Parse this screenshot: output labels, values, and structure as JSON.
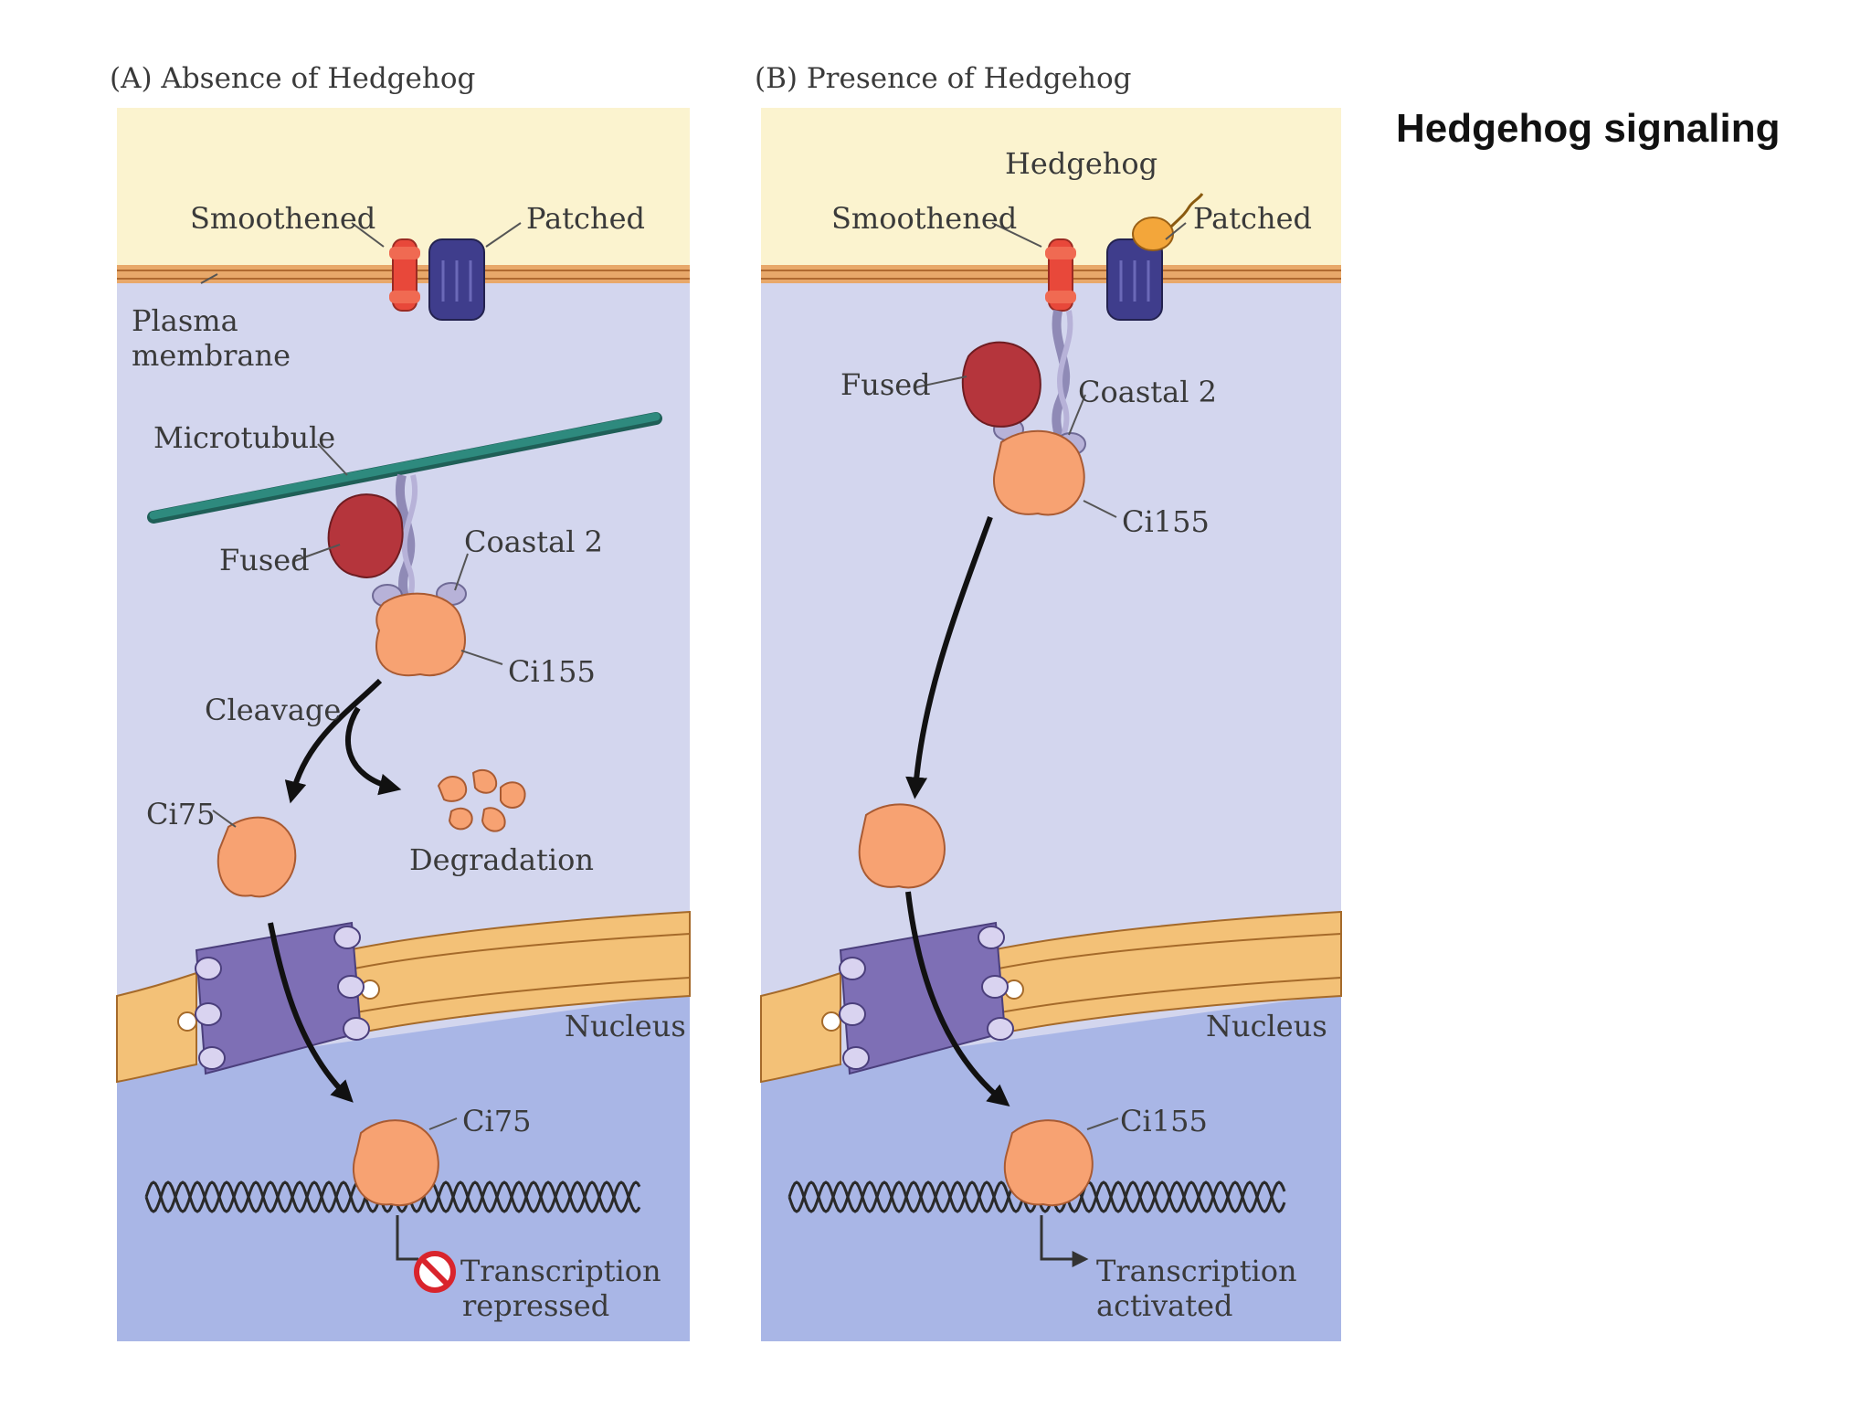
{
  "slide_title": "Hedgehog signaling",
  "panel_a": {
    "title": "(A)  Absence of Hedgehog",
    "labels": {
      "smoothened": "Smoothened",
      "patched": "Patched",
      "plasma_line1": "Plasma",
      "plasma_line2": "membrane",
      "microtubule": "Microtubule",
      "fused": "Fused",
      "coastal2": "Coastal 2",
      "ci155": "Ci155",
      "cleavage": "Cleavage",
      "ci75_top": "Ci75",
      "degradation": "Degradation",
      "nucleus": "Nucleus",
      "ci75_bottom": "Ci75",
      "transcription_line1": "Transcription",
      "transcription_line2": "repressed"
    }
  },
  "panel_b": {
    "title": "(B)  Presence of Hedgehog",
    "labels": {
      "hedgehog": "Hedgehog",
      "smoothened": "Smoothened",
      "patched": "Patched",
      "fused": "Fused",
      "coastal2": "Coastal 2",
      "ci155_top": "Ci155",
      "nucleus": "Nucleus",
      "ci155_bottom": "Ci155",
      "transcription_line1": "Transcription",
      "transcription_line2": "activated"
    }
  },
  "colors": {
    "extracellular": "#fbf3cf",
    "cytoplasm": "#d3d6ee",
    "nucleoplasm": "#a9b6e6",
    "membrane": "#e8a86a",
    "smoothened": "#e8483a",
    "patched": "#3f3d8c",
    "fused": "#b5353c",
    "ci": "#f7a272",
    "microtubule": "#2e8a7e",
    "envelope": "#f3c177",
    "pore": "#7e6fb5",
    "hedgehog": "#f3a63a"
  }
}
